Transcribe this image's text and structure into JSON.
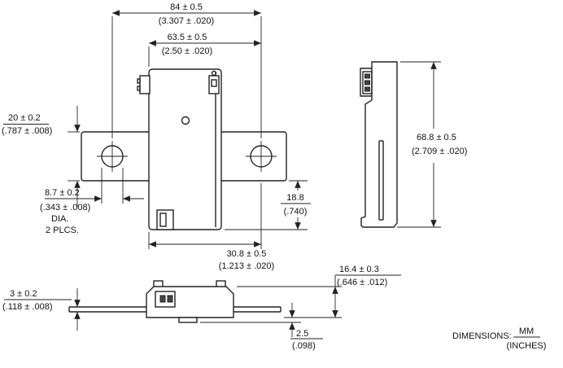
{
  "page": {
    "background": "#ffffff",
    "line_color": "#222222"
  },
  "front_view": {
    "dim_overall_width": {
      "mm": "84 ± 0.5",
      "inch": "(3.307 ± .020)"
    },
    "dim_inner_width": {
      "mm": "63.5 ± 0.5",
      "inch": "(2.50 ± .020)"
    },
    "dim_flange_height": {
      "mm": "20 ± 0.2",
      "inch": "(.787 ± .008)"
    },
    "dim_hole_dia": {
      "mm": "8.7 ± 0.2",
      "inch": "(.343 ± .008)",
      "note1": "DIA.",
      "note2": "2 PLCS."
    },
    "dim_lower_height": {
      "mm": "18.8",
      "inch": "(.740)"
    },
    "dim_bottom_width": {
      "mm": "30.8 ± 0.5",
      "inch": "(1.213 ± .020)"
    }
  },
  "side_view": {
    "dim_height": {
      "mm": "68.8 ± 0.5",
      "inch": "(2.709 ± .020)"
    }
  },
  "bottom_view": {
    "dim_plate_thickness": {
      "mm": "3 ± 0.2",
      "inch": "(.118 ± .008)"
    },
    "dim_total_height": {
      "mm": "16.4 ± 0.3",
      "inch": "(.646 ± .012)"
    },
    "dim_tab_depth": {
      "mm": "2.5",
      "inch": "(.098)"
    }
  },
  "legend": {
    "label": "DIMENSIONS:",
    "mm": "MM",
    "inches": "(INCHES)"
  }
}
